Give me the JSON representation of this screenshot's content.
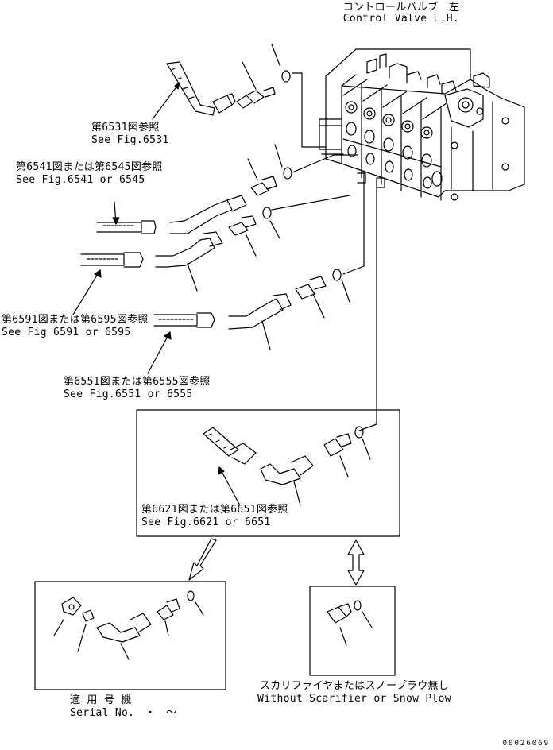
{
  "header": {
    "jp": "コントロールバルブ　左",
    "en": "Control Valve L.H."
  },
  "refs": {
    "fig6531": {
      "jp": "第6531図参照",
      "en": "See Fig.6531"
    },
    "fig6541": {
      "jp": "第6541図または第6545図参照",
      "en": "See Fig.6541 or 6545"
    },
    "fig6591": {
      "jp": "第6591図または第6595図参照",
      "en": "See Fig 6591 or 6595"
    },
    "fig6551": {
      "jp": "第6551図または第6555図参照",
      "en": "See Fig.6551 or 6555"
    },
    "fig6621": {
      "jp": "第6621図または第6651図参照",
      "en": "See Fig.6621 or 6651"
    }
  },
  "variant_serial": {
    "jp": "適 用 号 機",
    "en": "Serial No.　・　～"
  },
  "variant_without": {
    "jp": "スカリファイヤまたはスノープラウ無し",
    "en": "Without Scarifier or Snow Plow"
  },
  "drawing_number": "00026069"
}
